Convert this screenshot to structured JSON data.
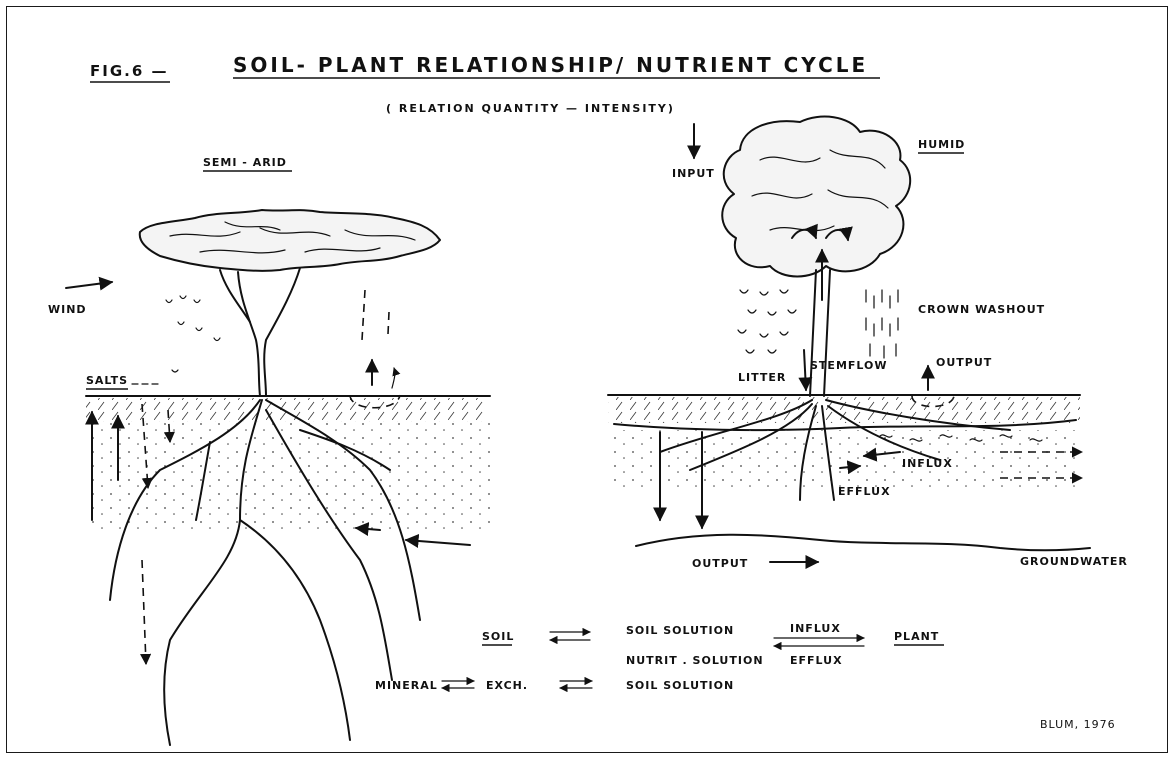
{
  "figure": {
    "number_label": "FIG.6 —",
    "title": "SOIL- PLANT  RELATIONSHIP/ NUTRIENT  CYCLE",
    "subtitle": "( RELATION   QUANTITY — INTENSITY)",
    "credit": "BLUM, 1976"
  },
  "semi_arid": {
    "heading": "SEMI - ARID",
    "wind_label": "WIND",
    "salts_label": "SALTS"
  },
  "humid": {
    "heading": "HUMID",
    "input_label": "INPUT",
    "crown_washout_label": "CROWN   WASHOUT",
    "stemflow_label": "STEMFLOW",
    "output_top_label": "OUTPUT",
    "litter_label": "LITTER",
    "influx_label": "INFLUX",
    "efflux_label": "EFFLUX",
    "output_bottom_label": "OUTPUT",
    "groundwater_label": "GROUNDWATER"
  },
  "scheme": {
    "soil": "SOIL",
    "soil_solution_1": "SOIL  SOLUTION",
    "nutrit_solution": "NUTRIT . SOLUTION",
    "influx": "INFLUX",
    "efflux": "EFFLUX",
    "plant": "PLANT",
    "mineral": "MINERAL",
    "exch": "EXCH.",
    "soil_solution_2": "SOIL  SOLUTION"
  }
}
